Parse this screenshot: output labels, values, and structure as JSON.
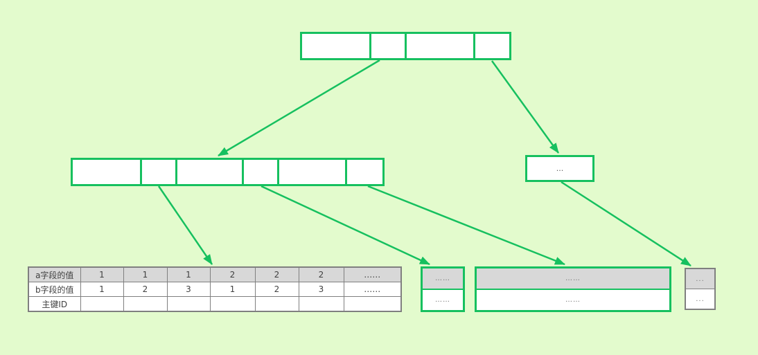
{
  "colors": {
    "background": "#e3fbcd",
    "node_green": "#16c05f",
    "table_border_gray": "#7f7f7f",
    "shaded_cell_gray": "#d8d8d8",
    "text": "#3f3f3f"
  },
  "diagram": {
    "root_node": {
      "cells": [
        "",
        "",
        "",
        ""
      ]
    },
    "internal_node": {
      "cells": [
        "",
        "",
        "",
        "",
        "",
        ""
      ]
    },
    "ellipsis_node": {
      "label": "..."
    },
    "leaf_table": {
      "rows": [
        {
          "label": "a字段的值",
          "values": [
            "1",
            "1",
            "1",
            "2",
            "2",
            "2",
            "……"
          ]
        },
        {
          "label": "b字段的值",
          "values": [
            "1",
            "2",
            "3",
            "1",
            "2",
            "3",
            "……"
          ]
        },
        {
          "label": "主键ID",
          "values": [
            "",
            "",
            "",
            "",
            "",
            "",
            ""
          ]
        }
      ]
    },
    "leaf_small": {
      "top": "……",
      "bottom": "……"
    },
    "leaf_wide": {
      "top": "……",
      "bottom": "……"
    },
    "leaf_gray": {
      "top": "...",
      "bottom": "..."
    }
  }
}
